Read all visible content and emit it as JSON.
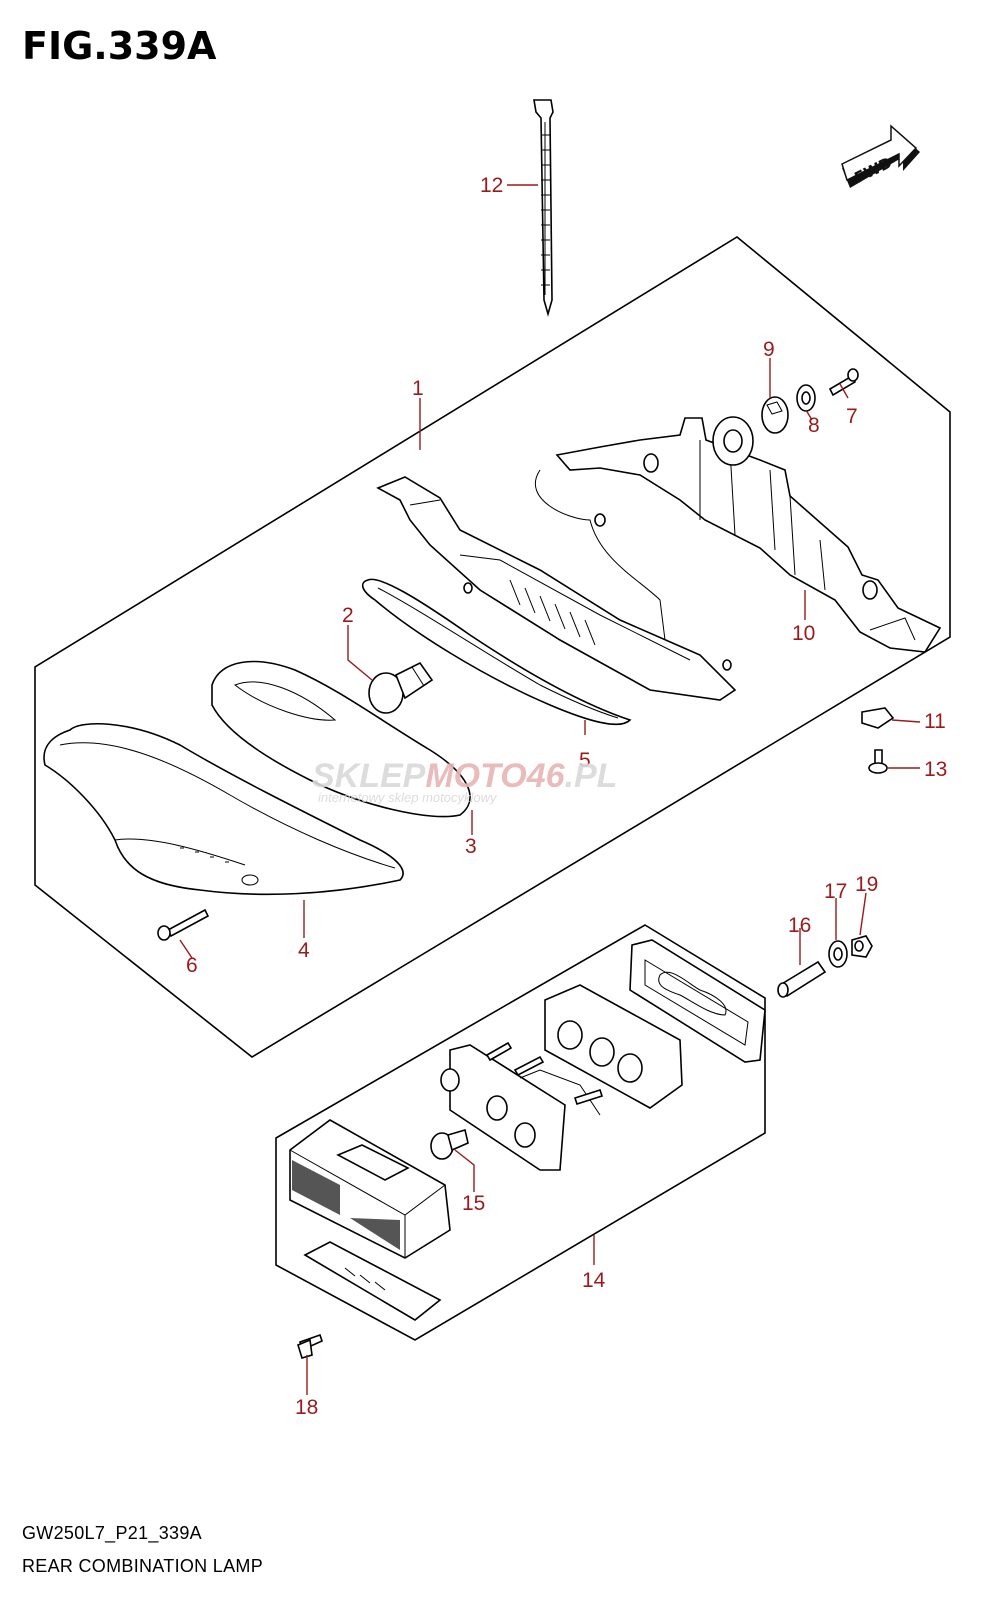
{
  "figure": {
    "title": "FIG.339A",
    "code": "GW250L7_P21_339A",
    "caption": "REAR COMBINATION LAMP",
    "fwd_label": "FWD"
  },
  "watermark": {
    "part1": "SKLEP",
    "part2": "MOTO",
    "part3": "46",
    "part4": ".PL",
    "subtitle": "internetowy sklep motocyklowy"
  },
  "callouts": {
    "p1": "1",
    "p2": "2",
    "p3": "3",
    "p4": "4",
    "p5": "5",
    "p6": "6",
    "p7": "7",
    "p8": "8",
    "p9": "9",
    "p10": "10",
    "p11": "11",
    "p12": "12",
    "p13": "13",
    "p14": "14",
    "p15": "15",
    "p16": "16",
    "p17": "17",
    "p18": "18",
    "p19": "19"
  },
  "colors": {
    "callout": "#9a1b1b",
    "line": "#000000",
    "watermark_gray": "#d9d9d9",
    "watermark_red": "#e8b4b4"
  }
}
